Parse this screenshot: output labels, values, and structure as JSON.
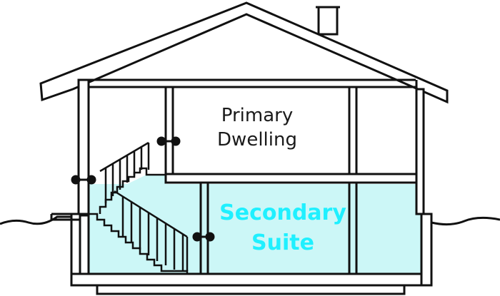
{
  "labels": {
    "primary_line1": "Primary",
    "primary_line2": "Dwelling",
    "secondary_line1": "Secondary",
    "secondary_line2": "Suite"
  },
  "colors": {
    "line": "#111111",
    "suite_fill": "#ccf7f7",
    "suite_text": "#1ff0ff",
    "background": "#ffffff"
  }
}
